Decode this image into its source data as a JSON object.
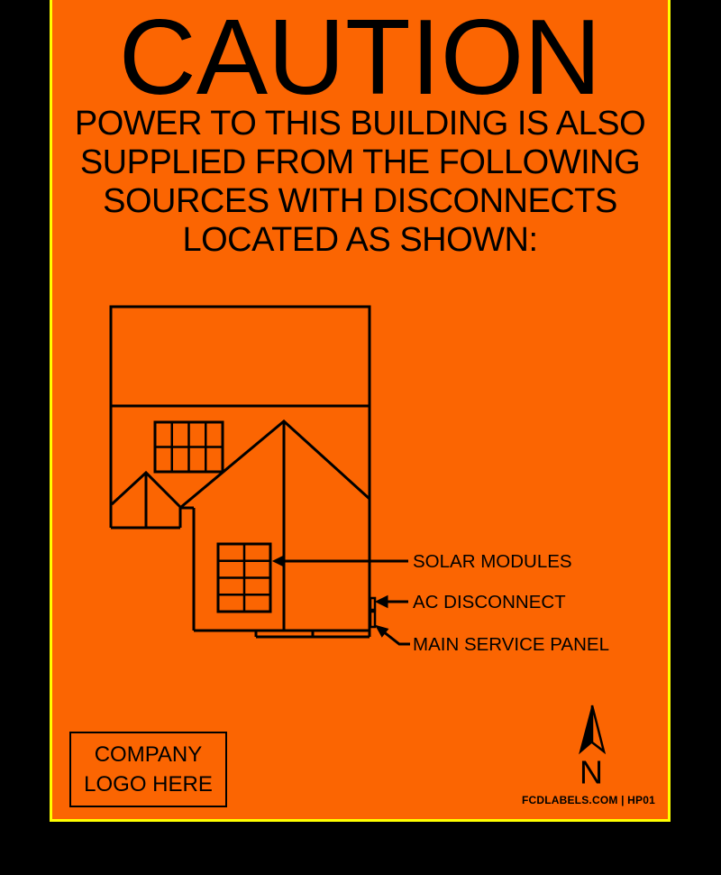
{
  "label": {
    "title": "CAUTION",
    "warning_lines": [
      "POWER TO THIS BUILDING IS ALSO",
      "SUPPLIED FROM THE FOLLOWING",
      "SOURCES WITH DISCONNECTS",
      "LOCATED AS SHOWN:"
    ],
    "colors": {
      "background": "#FB6502",
      "border": "#FFFF00",
      "ink": "#000000",
      "page_bg": "#000000"
    }
  },
  "diagram": {
    "description_icons": [
      "house-outline",
      "roof-solar-array",
      "wall-solar-array",
      "dormer",
      "porch-step",
      "north-arrow"
    ],
    "callouts": [
      {
        "label": "SOLAR MODULES"
      },
      {
        "label": "AC DISCONNECT"
      },
      {
        "label": "MAIN SERVICE PANEL"
      }
    ]
  },
  "logo_box": {
    "line1": "COMPANY",
    "line2": "LOGO HERE"
  },
  "compass": {
    "letter": "N"
  },
  "footer": {
    "text": "FCDLABELS.COM | HP01"
  }
}
